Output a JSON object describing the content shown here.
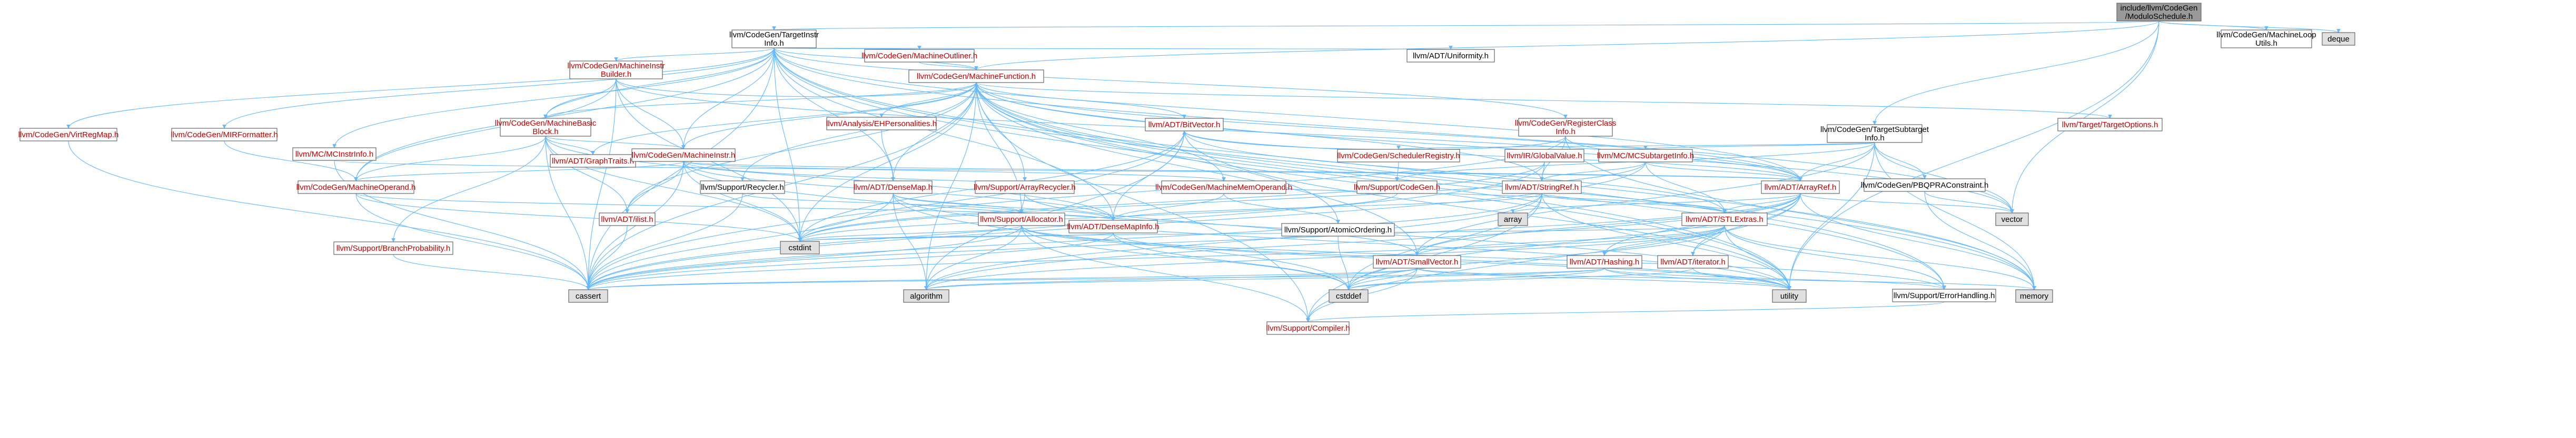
{
  "graph": {
    "colors": {
      "root_fill": "#999999",
      "node_fill": "#ffffff",
      "external_fill": "#e0e0e0",
      "node_border": "#666666",
      "red_link": "#bf0000",
      "black_link": "#000000",
      "edge": "#63b8ff"
    },
    "nodes": [
      {
        "id": "root",
        "lines": [
          "include/llvm/CodeGen",
          "/ModuloSchedule.h"
        ],
        "kind": "root"
      },
      {
        "id": "looputils",
        "lines": [
          "llvm/CodeGen/MachineLoop",
          "Utils.h"
        ],
        "kind": "doc"
      },
      {
        "id": "deque",
        "lines": [
          "deque"
        ],
        "kind": "ext"
      },
      {
        "id": "tii",
        "lines": [
          "llvm/CodeGen/TargetInstr",
          "Info.h"
        ],
        "kind": "doc"
      },
      {
        "id": "mf",
        "lines": [
          "llvm/CodeGen/MachineFunction.h"
        ],
        "kind": "red"
      },
      {
        "id": "tsi",
        "lines": [
          "llvm/CodeGen/TargetSubtarget",
          "Info.h"
        ],
        "kind": "doc"
      },
      {
        "id": "vrm",
        "lines": [
          "llvm/CodeGen/VirtRegMap.h"
        ],
        "kind": "red"
      },
      {
        "id": "mirf",
        "lines": [
          "llvm/CodeGen/MIRFormatter.h"
        ],
        "kind": "red"
      },
      {
        "id": "mib",
        "lines": [
          "llvm/CodeGen/MachineInstr",
          "Builder.h"
        ],
        "kind": "red"
      },
      {
        "id": "mout",
        "lines": [
          "llvm/CodeGen/MachineOutliner.h"
        ],
        "kind": "red"
      },
      {
        "id": "uni",
        "lines": [
          "llvm/ADT/Uniformity.h"
        ],
        "kind": "doc"
      },
      {
        "id": "rci",
        "lines": [
          "llvm/CodeGen/RegisterClass",
          "Info.h"
        ],
        "kind": "red"
      },
      {
        "id": "topt",
        "lines": [
          "llvm/Target/TargetOptions.h"
        ],
        "kind": "red"
      },
      {
        "id": "mbb",
        "lines": [
          "llvm/CodeGen/MachineBasic",
          "Block.h"
        ],
        "kind": "red"
      },
      {
        "id": "ehp",
        "lines": [
          "llvm/Analysis/EHPersonalities.h"
        ],
        "kind": "red"
      },
      {
        "id": "bv",
        "lines": [
          "llvm/ADT/BitVector.h"
        ],
        "kind": "red"
      },
      {
        "id": "mcii",
        "lines": [
          "llvm/MC/MCInstrInfo.h"
        ],
        "kind": "red"
      },
      {
        "id": "gt",
        "lines": [
          "llvm/ADT/GraphTraits.h"
        ],
        "kind": "red"
      },
      {
        "id": "mi",
        "lines": [
          "llvm/CodeGen/MachineInstr.h"
        ],
        "kind": "red"
      },
      {
        "id": "sched",
        "lines": [
          "llvm/CodeGen/SchedulerRegistry.h"
        ],
        "kind": "red"
      },
      {
        "id": "gv",
        "lines": [
          "llvm/IR/GlobalValue.h"
        ],
        "kind": "red"
      },
      {
        "id": "mcsti",
        "lines": [
          "llvm/MC/MCSubtargetInfo.h"
        ],
        "kind": "red"
      },
      {
        "id": "pbqp",
        "lines": [
          "llvm/CodeGen/PBQPRAConstraint.h"
        ],
        "kind": "doc"
      },
      {
        "id": "mo",
        "lines": [
          "llvm/CodeGen/MachineOperand.h"
        ],
        "kind": "red"
      },
      {
        "id": "recycler",
        "lines": [
          "llvm/Support/Recycler.h"
        ],
        "kind": "doc"
      },
      {
        "id": "densemap",
        "lines": [
          "llvm/ADT/DenseMap.h"
        ],
        "kind": "red"
      },
      {
        "id": "arec",
        "lines": [
          "llvm/Support/ArrayRecycler.h"
        ],
        "kind": "red"
      },
      {
        "id": "mmo",
        "lines": [
          "llvm/CodeGen/MachineMemOperand.h"
        ],
        "kind": "red"
      },
      {
        "id": "cgen",
        "lines": [
          "llvm/Support/CodeGen.h"
        ],
        "kind": "red"
      },
      {
        "id": "strref",
        "lines": [
          "llvm/ADT/StringRef.h"
        ],
        "kind": "red"
      },
      {
        "id": "arrayref",
        "lines": [
          "llvm/ADT/ArrayRef.h"
        ],
        "kind": "red"
      },
      {
        "id": "ilist",
        "lines": [
          "llvm/ADT/ilist.h"
        ],
        "kind": "red"
      },
      {
        "id": "alloc",
        "lines": [
          "llvm/Support/Allocator.h"
        ],
        "kind": "red"
      },
      {
        "id": "dmi",
        "lines": [
          "llvm/ADT/DenseMapInfo.h"
        ],
        "kind": "red"
      },
      {
        "id": "atomic",
        "lines": [
          "llvm/Support/AtomicOrdering.h"
        ],
        "kind": "doc"
      },
      {
        "id": "array",
        "lines": [
          "array"
        ],
        "kind": "ext"
      },
      {
        "id": "stlext",
        "lines": [
          "llvm/ADT/STLExtras.h"
        ],
        "kind": "red"
      },
      {
        "id": "vector",
        "lines": [
          "vector"
        ],
        "kind": "ext"
      },
      {
        "id": "bprob",
        "lines": [
          "llvm/Support/BranchProbability.h"
        ],
        "kind": "red"
      },
      {
        "id": "cstdint",
        "lines": [
          "cstdint"
        ],
        "kind": "ext"
      },
      {
        "id": "smallvec",
        "lines": [
          "llvm/ADT/SmallVector.h"
        ],
        "kind": "red"
      },
      {
        "id": "hashing",
        "lines": [
          "llvm/ADT/Hashing.h"
        ],
        "kind": "red"
      },
      {
        "id": "iterator",
        "lines": [
          "llvm/ADT/iterator.h"
        ],
        "kind": "red"
      },
      {
        "id": "errh",
        "lines": [
          "llvm/Support/ErrorHandling.h"
        ],
        "kind": "doc"
      },
      {
        "id": "cassert",
        "lines": [
          "cassert"
        ],
        "kind": "ext"
      },
      {
        "id": "algorithm",
        "lines": [
          "algorithm"
        ],
        "kind": "ext"
      },
      {
        "id": "cstddef",
        "lines": [
          "cstddef"
        ],
        "kind": "ext"
      },
      {
        "id": "utility",
        "lines": [
          "utility"
        ],
        "kind": "ext"
      },
      {
        "id": "memory",
        "lines": [
          "memory"
        ],
        "kind": "ext"
      },
      {
        "id": "compiler",
        "lines": [
          "llvm/Support/Compiler.h"
        ],
        "kind": "red"
      }
    ],
    "edges": [
      [
        "root",
        "tii"
      ],
      [
        "root",
        "mf"
      ],
      [
        "root",
        "tsi"
      ],
      [
        "root",
        "looputils"
      ],
      [
        "root",
        "deque"
      ],
      [
        "root",
        "vector"
      ],
      [
        "root",
        "utility"
      ],
      [
        "tii",
        "mf"
      ],
      [
        "tii",
        "vrm"
      ],
      [
        "tii",
        "mirf"
      ],
      [
        "tii",
        "mib"
      ],
      [
        "tii",
        "mout"
      ],
      [
        "tii",
        "uni"
      ],
      [
        "tii",
        "rci"
      ],
      [
        "tii",
        "mbb"
      ],
      [
        "tii",
        "mi"
      ],
      [
        "tii",
        "mo"
      ],
      [
        "tii",
        "densemap"
      ],
      [
        "tii",
        "dmi"
      ],
      [
        "tii",
        "arrayref"
      ],
      [
        "tii",
        "cassert"
      ],
      [
        "tii",
        "cstdint"
      ],
      [
        "tii",
        "utility"
      ],
      [
        "tii",
        "errh"
      ],
      [
        "tii",
        "memory"
      ],
      [
        "tii",
        "vector"
      ],
      [
        "tii",
        "mcii"
      ],
      [
        "mib",
        "mf"
      ],
      [
        "mib",
        "mbb"
      ],
      [
        "mib",
        "mi"
      ],
      [
        "mib",
        "mo"
      ],
      [
        "mib",
        "cstdint"
      ],
      [
        "mib",
        "cassert"
      ],
      [
        "mib",
        "arrayref"
      ],
      [
        "mout",
        "mf"
      ],
      [
        "mf",
        "mbb"
      ],
      [
        "mf",
        "ehp"
      ],
      [
        "mf",
        "bv"
      ],
      [
        "mf",
        "mi"
      ],
      [
        "mf",
        "mmo"
      ],
      [
        "mf",
        "densemap"
      ],
      [
        "mf",
        "arec"
      ],
      [
        "mf",
        "recycler"
      ],
      [
        "mf",
        "alloc"
      ],
      [
        "mf",
        "ilist"
      ],
      [
        "mf",
        "gt"
      ],
      [
        "mf",
        "arrayref"
      ],
      [
        "mf",
        "smallvec"
      ],
      [
        "mf",
        "strref"
      ],
      [
        "mf",
        "errh"
      ],
      [
        "mf",
        "compiler"
      ],
      [
        "mf",
        "cassert"
      ],
      [
        "mf",
        "cstdint"
      ],
      [
        "mf",
        "memory"
      ],
      [
        "mf",
        "utility"
      ],
      [
        "mf",
        "vector"
      ],
      [
        "mf",
        "topt"
      ],
      [
        "mf",
        "atomic"
      ],
      [
        "mf",
        "algorithm"
      ],
      [
        "tsi",
        "mcsti"
      ],
      [
        "tsi",
        "sched"
      ],
      [
        "tsi",
        "pbqp"
      ],
      [
        "tsi",
        "arrayref"
      ],
      [
        "tsi",
        "smallvec"
      ],
      [
        "tsi",
        "cgen"
      ],
      [
        "tsi",
        "memory"
      ],
      [
        "tsi",
        "vector"
      ],
      [
        "tsi",
        "utility"
      ],
      [
        "vrm",
        "cassert"
      ],
      [
        "mirf",
        "mo"
      ],
      [
        "rci",
        "bv"
      ],
      [
        "rci",
        "arrayref"
      ],
      [
        "rci",
        "strref"
      ],
      [
        "rci",
        "cstdint"
      ],
      [
        "rci",
        "memory"
      ],
      [
        "mbb",
        "mi"
      ],
      [
        "mbb",
        "gt"
      ],
      [
        "mbb",
        "ilist"
      ],
      [
        "mbb",
        "bprob"
      ],
      [
        "mbb",
        "cassert"
      ],
      [
        "mbb",
        "cstdint"
      ],
      [
        "mbb",
        "dmi"
      ],
      [
        "mbb",
        "mo"
      ],
      [
        "ehp",
        "densemap"
      ],
      [
        "bv",
        "arrayref"
      ],
      [
        "bv",
        "dmi"
      ],
      [
        "bv",
        "stlext"
      ],
      [
        "bv",
        "algorithm"
      ],
      [
        "bv",
        "cassert"
      ],
      [
        "bv",
        "cstdint"
      ],
      [
        "bv",
        "utility"
      ],
      [
        "mcii",
        "arrayref"
      ],
      [
        "mcii",
        "cassert"
      ],
      [
        "mi",
        "mo"
      ],
      [
        "mi",
        "mmo"
      ],
      [
        "mi",
        "dmi"
      ],
      [
        "mi",
        "ilist"
      ],
      [
        "mi",
        "arrayref"
      ],
      [
        "mi",
        "cassert"
      ],
      [
        "mi",
        "cstdint"
      ],
      [
        "mi",
        "utility"
      ],
      [
        "mi",
        "stlext"
      ],
      [
        "sched",
        "cgen"
      ],
      [
        "gv",
        "strref"
      ],
      [
        "gv",
        "cassert"
      ],
      [
        "gv",
        "cstdint"
      ],
      [
        "mcsti",
        "arrayref"
      ],
      [
        "mcsti",
        "strref"
      ],
      [
        "mcsti",
        "stlext"
      ],
      [
        "mcsti",
        "cassert"
      ],
      [
        "mcsti",
        "cstdint"
      ],
      [
        "pbqp",
        "memory"
      ],
      [
        "pbqp",
        "vector"
      ],
      [
        "mo",
        "dmi"
      ],
      [
        "mo",
        "cassert"
      ],
      [
        "mo",
        "cstdint"
      ],
      [
        "recycler",
        "alloc"
      ],
      [
        "recycler",
        "cassert"
      ],
      [
        "densemap",
        "dmi"
      ],
      [
        "densemap",
        "alloc"
      ],
      [
        "densemap",
        "algorithm"
      ],
      [
        "densemap",
        "cassert"
      ],
      [
        "densemap",
        "cstddef"
      ],
      [
        "densemap",
        "utility"
      ],
      [
        "arec",
        "alloc"
      ],
      [
        "arec",
        "smallvec"
      ],
      [
        "mmo",
        "atomic"
      ],
      [
        "mmo",
        "dmi"
      ],
      [
        "cgen",
        "cstdint"
      ],
      [
        "strref",
        "dmi"
      ],
      [
        "strref",
        "stlext"
      ],
      [
        "strref",
        "compiler"
      ],
      [
        "strref",
        "algorithm"
      ],
      [
        "strref",
        "cassert"
      ],
      [
        "strref",
        "cstddef"
      ],
      [
        "strref",
        "utility"
      ],
      [
        "arrayref",
        "hashing"
      ],
      [
        "arrayref",
        "smallvec"
      ],
      [
        "arrayref",
        "stlext"
      ],
      [
        "arrayref",
        "compiler"
      ],
      [
        "arrayref",
        "array"
      ],
      [
        "arrayref",
        "algorithm"
      ],
      [
        "arrayref",
        "cassert"
      ],
      [
        "arrayref",
        "cstddef"
      ],
      [
        "arrayref",
        "iterator"
      ],
      [
        "arrayref",
        "memory"
      ],
      [
        "arrayref",
        "vector"
      ],
      [
        "ilist",
        "cassert"
      ],
      [
        "alloc",
        "compiler"
      ],
      [
        "alloc",
        "errh"
      ],
      [
        "alloc",
        "algorithm"
      ],
      [
        "alloc",
        "cassert"
      ],
      [
        "alloc",
        "cstddef"
      ],
      [
        "alloc",
        "cstdint"
      ],
      [
        "alloc",
        "utility"
      ],
      [
        "dmi",
        "cassert"
      ],
      [
        "dmi",
        "cstddef"
      ],
      [
        "dmi",
        "cstdint"
      ],
      [
        "dmi",
        "utility"
      ],
      [
        "atomic",
        "cstddef"
      ],
      [
        "stlext",
        "hashing"
      ],
      [
        "stlext",
        "smallvec"
      ],
      [
        "stlext",
        "iterator"
      ],
      [
        "stlext",
        "errh"
      ],
      [
        "stlext",
        "algorithm"
      ],
      [
        "stlext",
        "cassert"
      ],
      [
        "stlext",
        "cstddef"
      ],
      [
        "stlext",
        "cstdint"
      ],
      [
        "stlext",
        "memory"
      ],
      [
        "stlext",
        "utility"
      ],
      [
        "bprob",
        "cassert"
      ],
      [
        "smallvec",
        "compiler"
      ],
      [
        "smallvec",
        "algorithm"
      ],
      [
        "smallvec",
        "cassert"
      ],
      [
        "smallvec",
        "cstddef"
      ],
      [
        "smallvec",
        "utility"
      ],
      [
        "smallvec",
        "memory"
      ],
      [
        "hashing",
        "errh"
      ],
      [
        "hashing",
        "algorithm"
      ],
      [
        "hashing",
        "cassert"
      ],
      [
        "hashing",
        "cstddef"
      ],
      [
        "hashing",
        "utility"
      ],
      [
        "iterator",
        "utility"
      ],
      [
        "iterator",
        "cstddef"
      ],
      [
        "errh",
        "compiler"
      ]
    ]
  }
}
